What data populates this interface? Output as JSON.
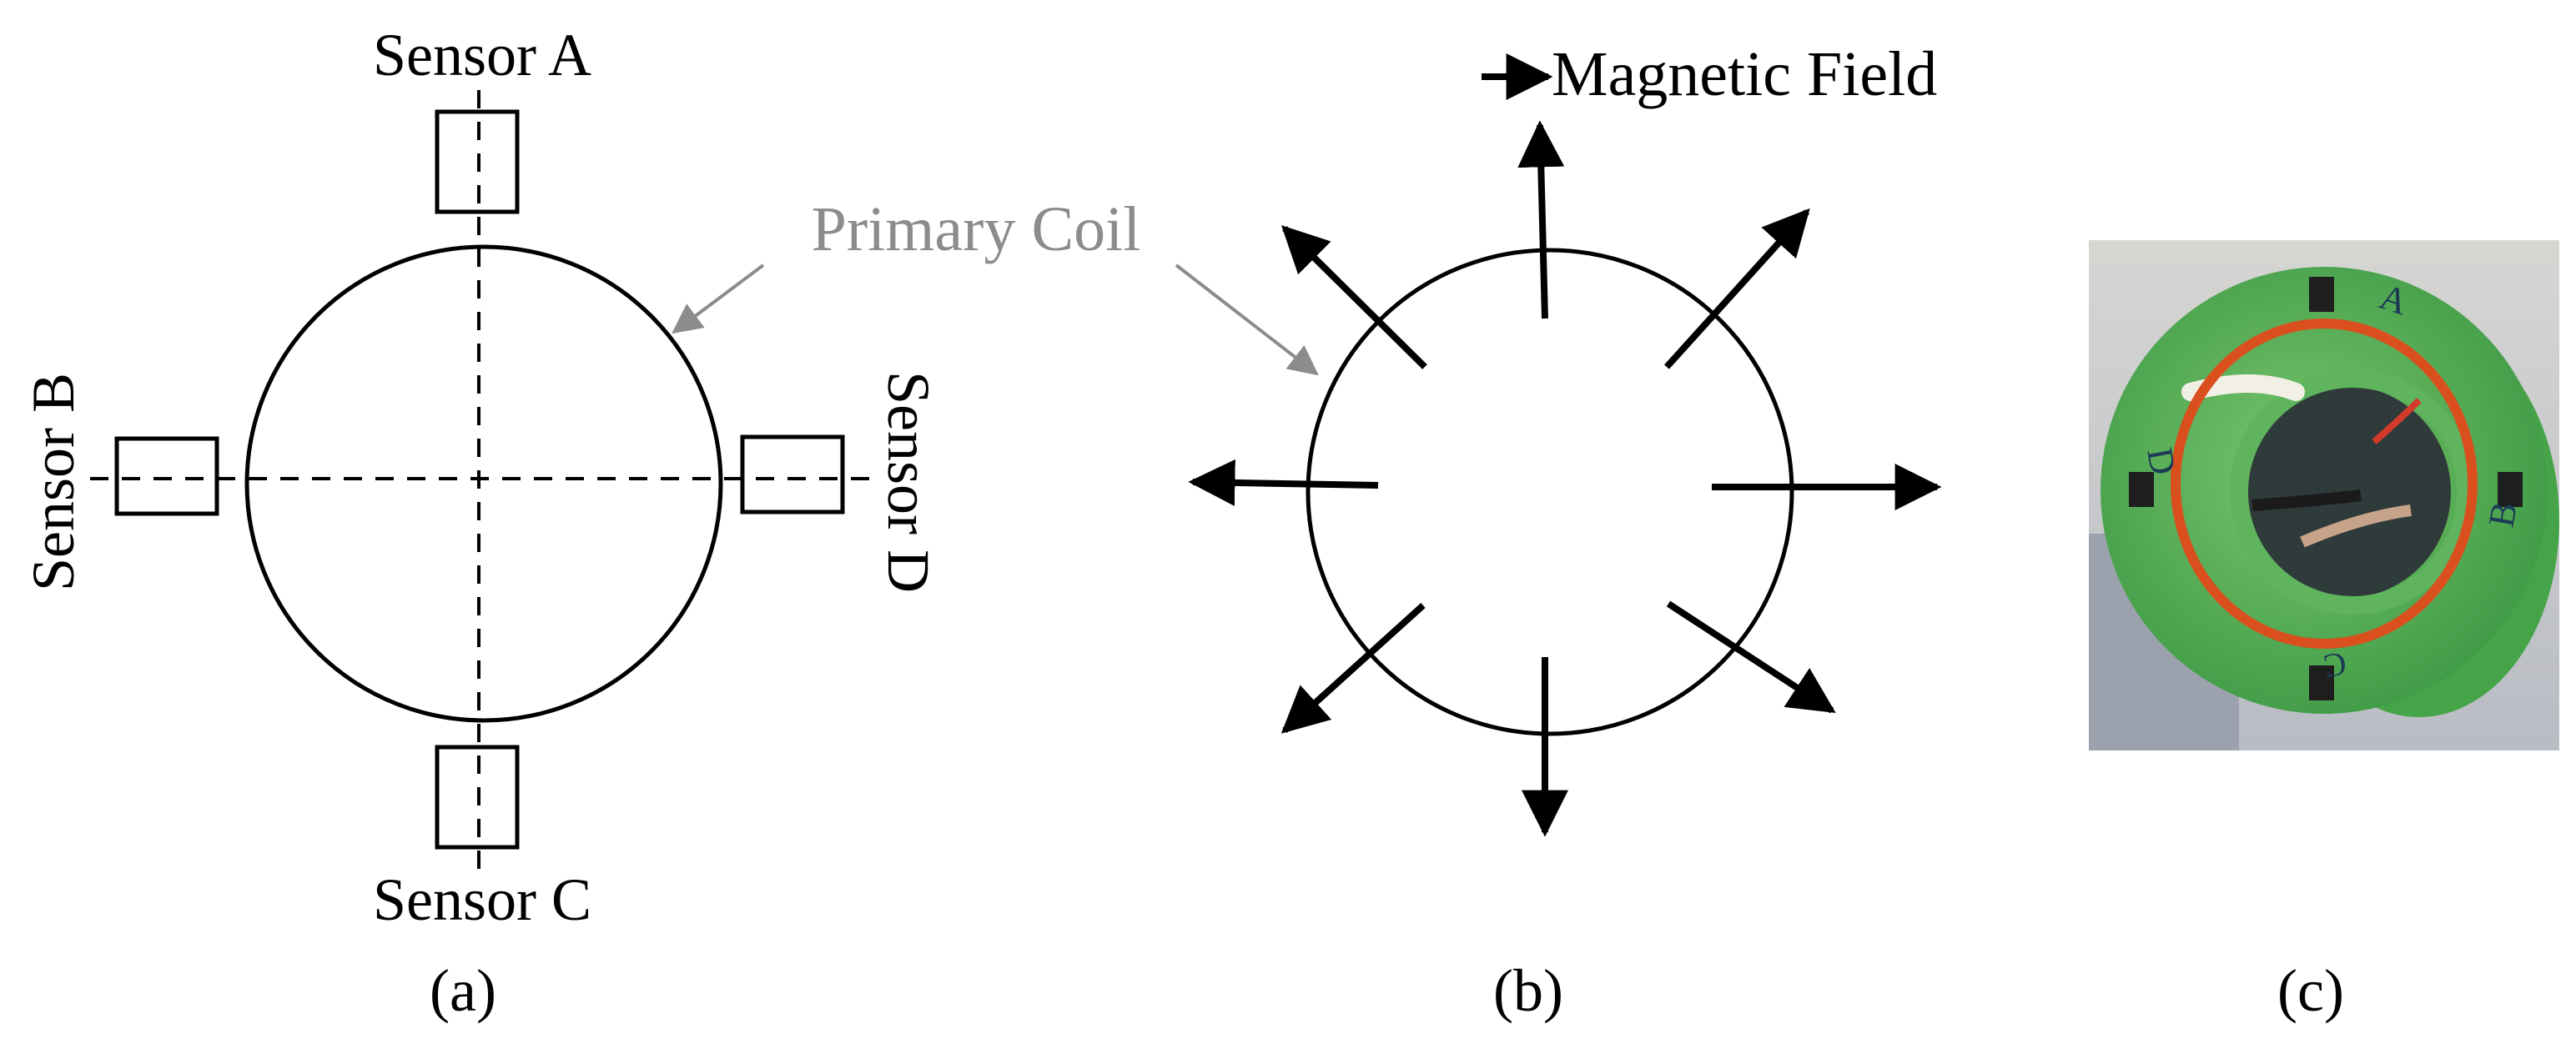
{
  "panel_a": {
    "sensor_a": "Sensor A",
    "sensor_b": "Sensor B",
    "sensor_c": "Sensor C",
    "sensor_d": "Sensor D",
    "caption": "(a)"
  },
  "shared": {
    "primary_coil": "Primary Coil"
  },
  "panel_b": {
    "legend": "Magnetic Field",
    "caption": "(b)"
  },
  "panel_c": {
    "caption": "(c)",
    "marking_a": "A",
    "marking_b": "B",
    "marking_c": "C",
    "marking_d": "D"
  },
  "colors": {
    "ink": "#000000",
    "annotation_gray": "#8c8c8c",
    "board_green": "#5cb85a",
    "coil_copper": "#d9501e",
    "backdrop": "#c9ccd1"
  }
}
